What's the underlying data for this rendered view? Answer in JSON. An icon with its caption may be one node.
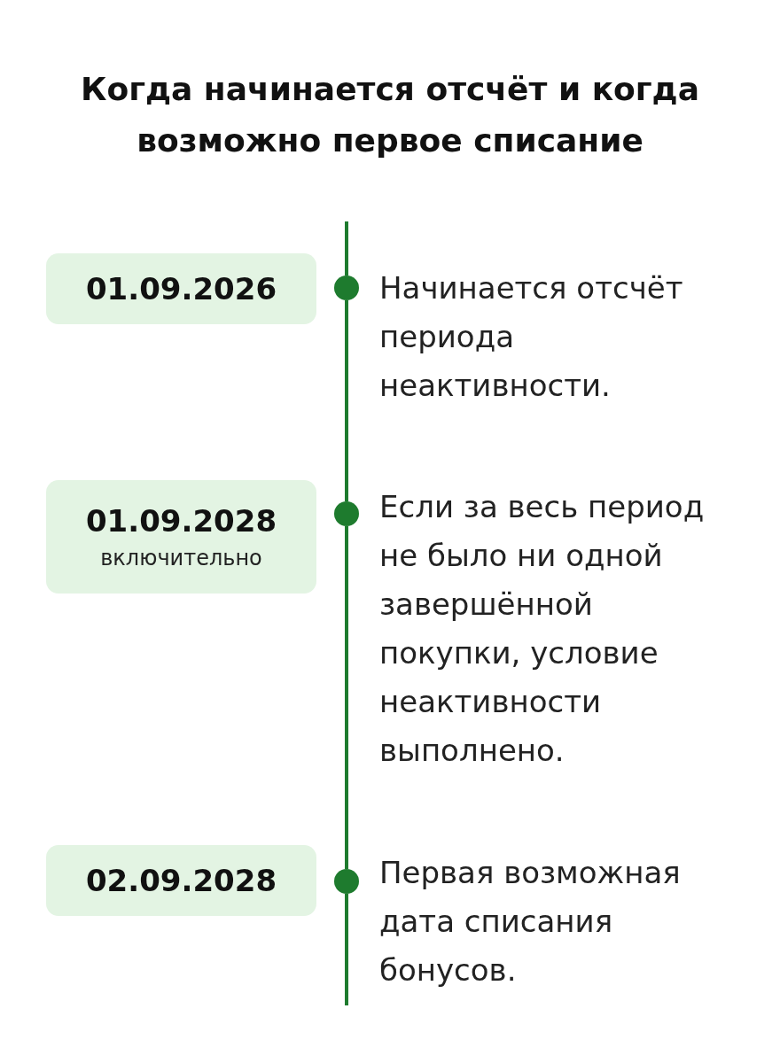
{
  "diagram": {
    "title": "Когда начинается отсчёт и когда возможно первое списание",
    "nodes": [
      {
        "text": [
          "01.09.2026"
        ]
      },
      {
        "text": [],
        "shape": "circle",
        "beside": [
          "Начинается отсчёт периода неактивности."
        ]
      },
      {
        "text": [
          "01.09.2028",
          "включительно"
        ]
      },
      {
        "text": [],
        "shape": "circle",
        "beside": [
          "Если за весь период не было ни одной завершённой покупки, условие неактивности выполнено."
        ]
      },
      {
        "text": [
          "02.09.2028"
        ]
      },
      {
        "text": [],
        "shape": "circle",
        "beside": [
          "Первая возможная дата списания бонусов."
        ]
      }
    ],
    "edges": [
      {
        "from": 1,
        "to": 3,
        "arrow": "none"
      },
      {
        "from": 3,
        "to": 5,
        "arrow": "none"
      }
    ]
  }
}
